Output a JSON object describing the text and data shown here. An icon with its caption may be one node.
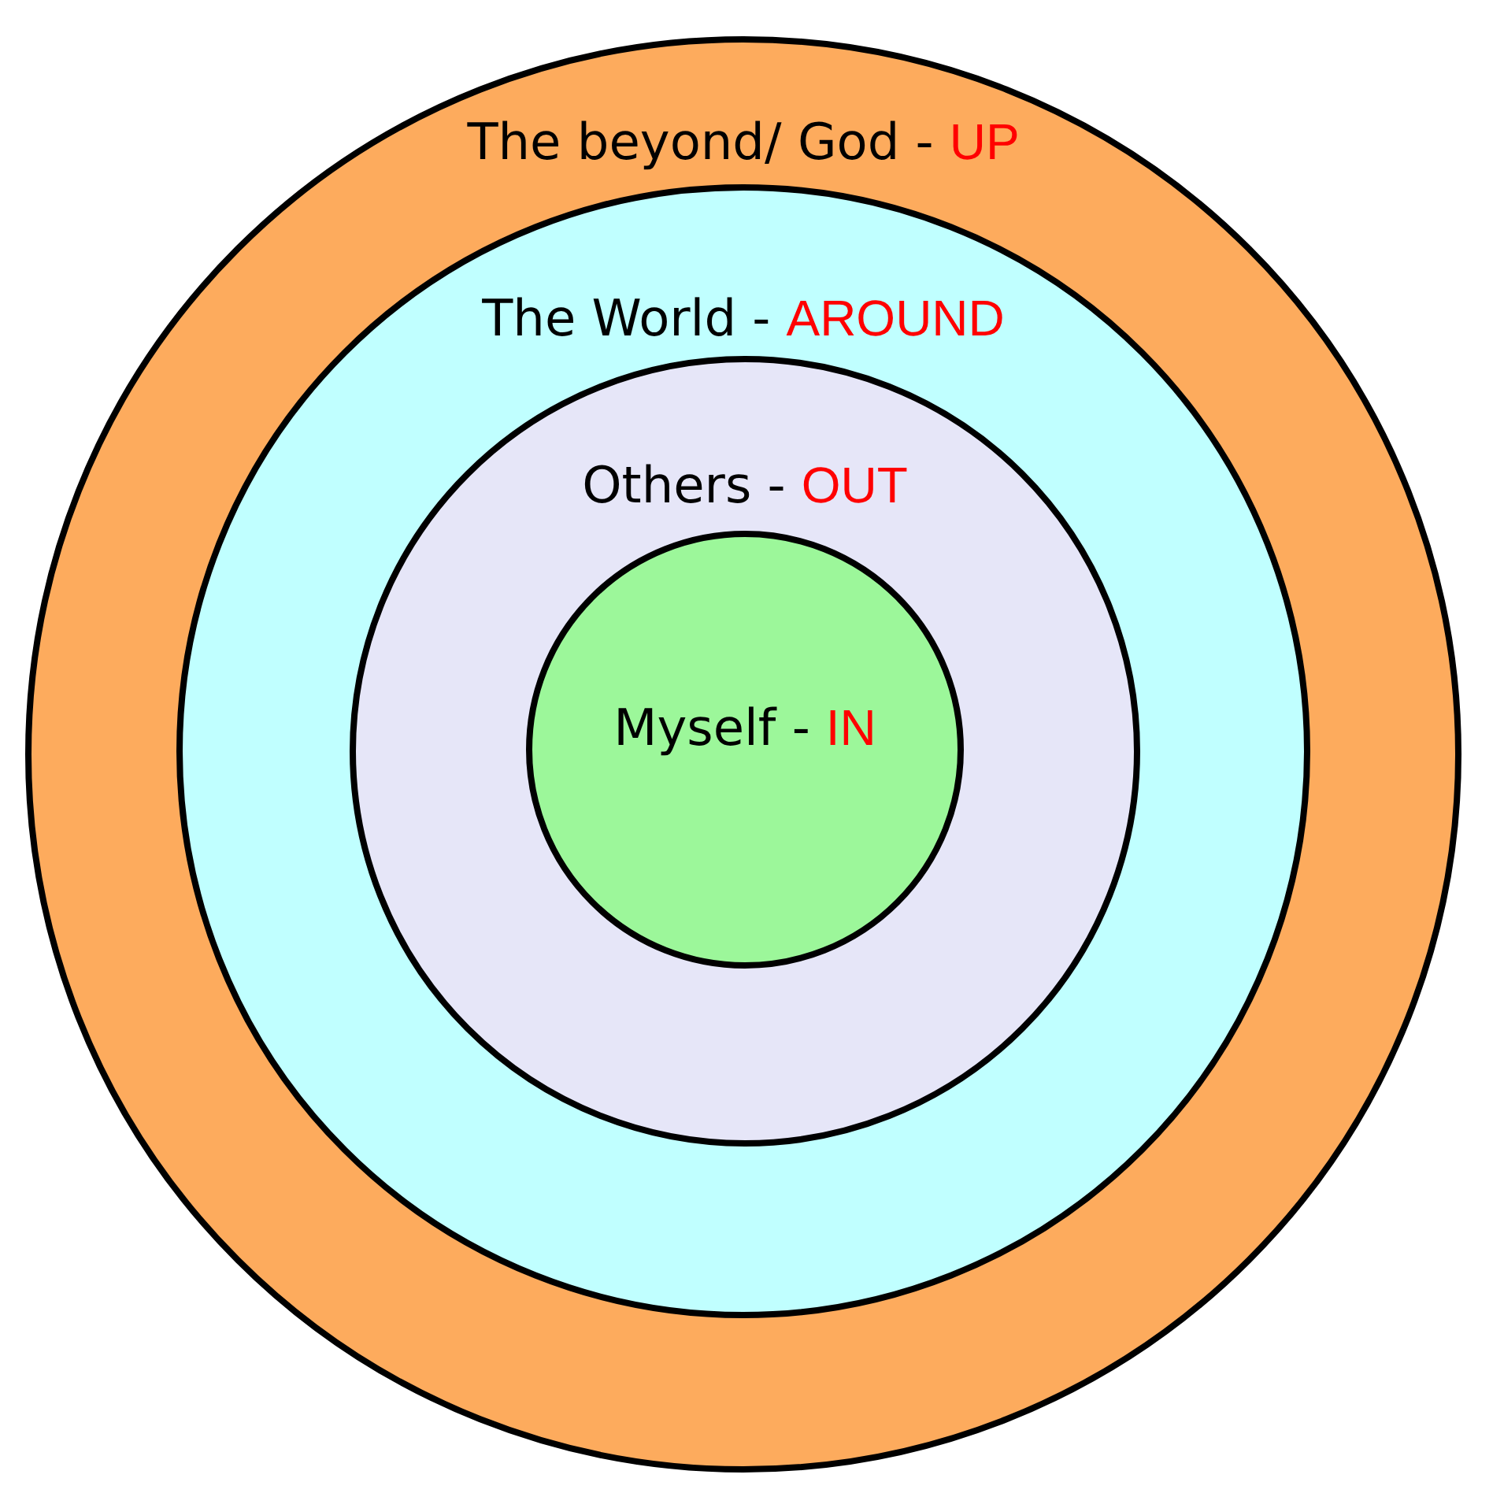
{
  "diagram": {
    "nodes": [
      {
        "text": [
          "The beyond/ God -",
          "UP"
        ]
      },
      {
        "text": [
          "The World -",
          "AROUND"
        ],
        "in": 0
      },
      {
        "text": [
          "Others -",
          "OUT"
        ],
        "in": 1
      },
      {
        "text": [
          "Myself -",
          "IN"
        ],
        "in": 2
      }
    ],
    "edges": []
  }
}
